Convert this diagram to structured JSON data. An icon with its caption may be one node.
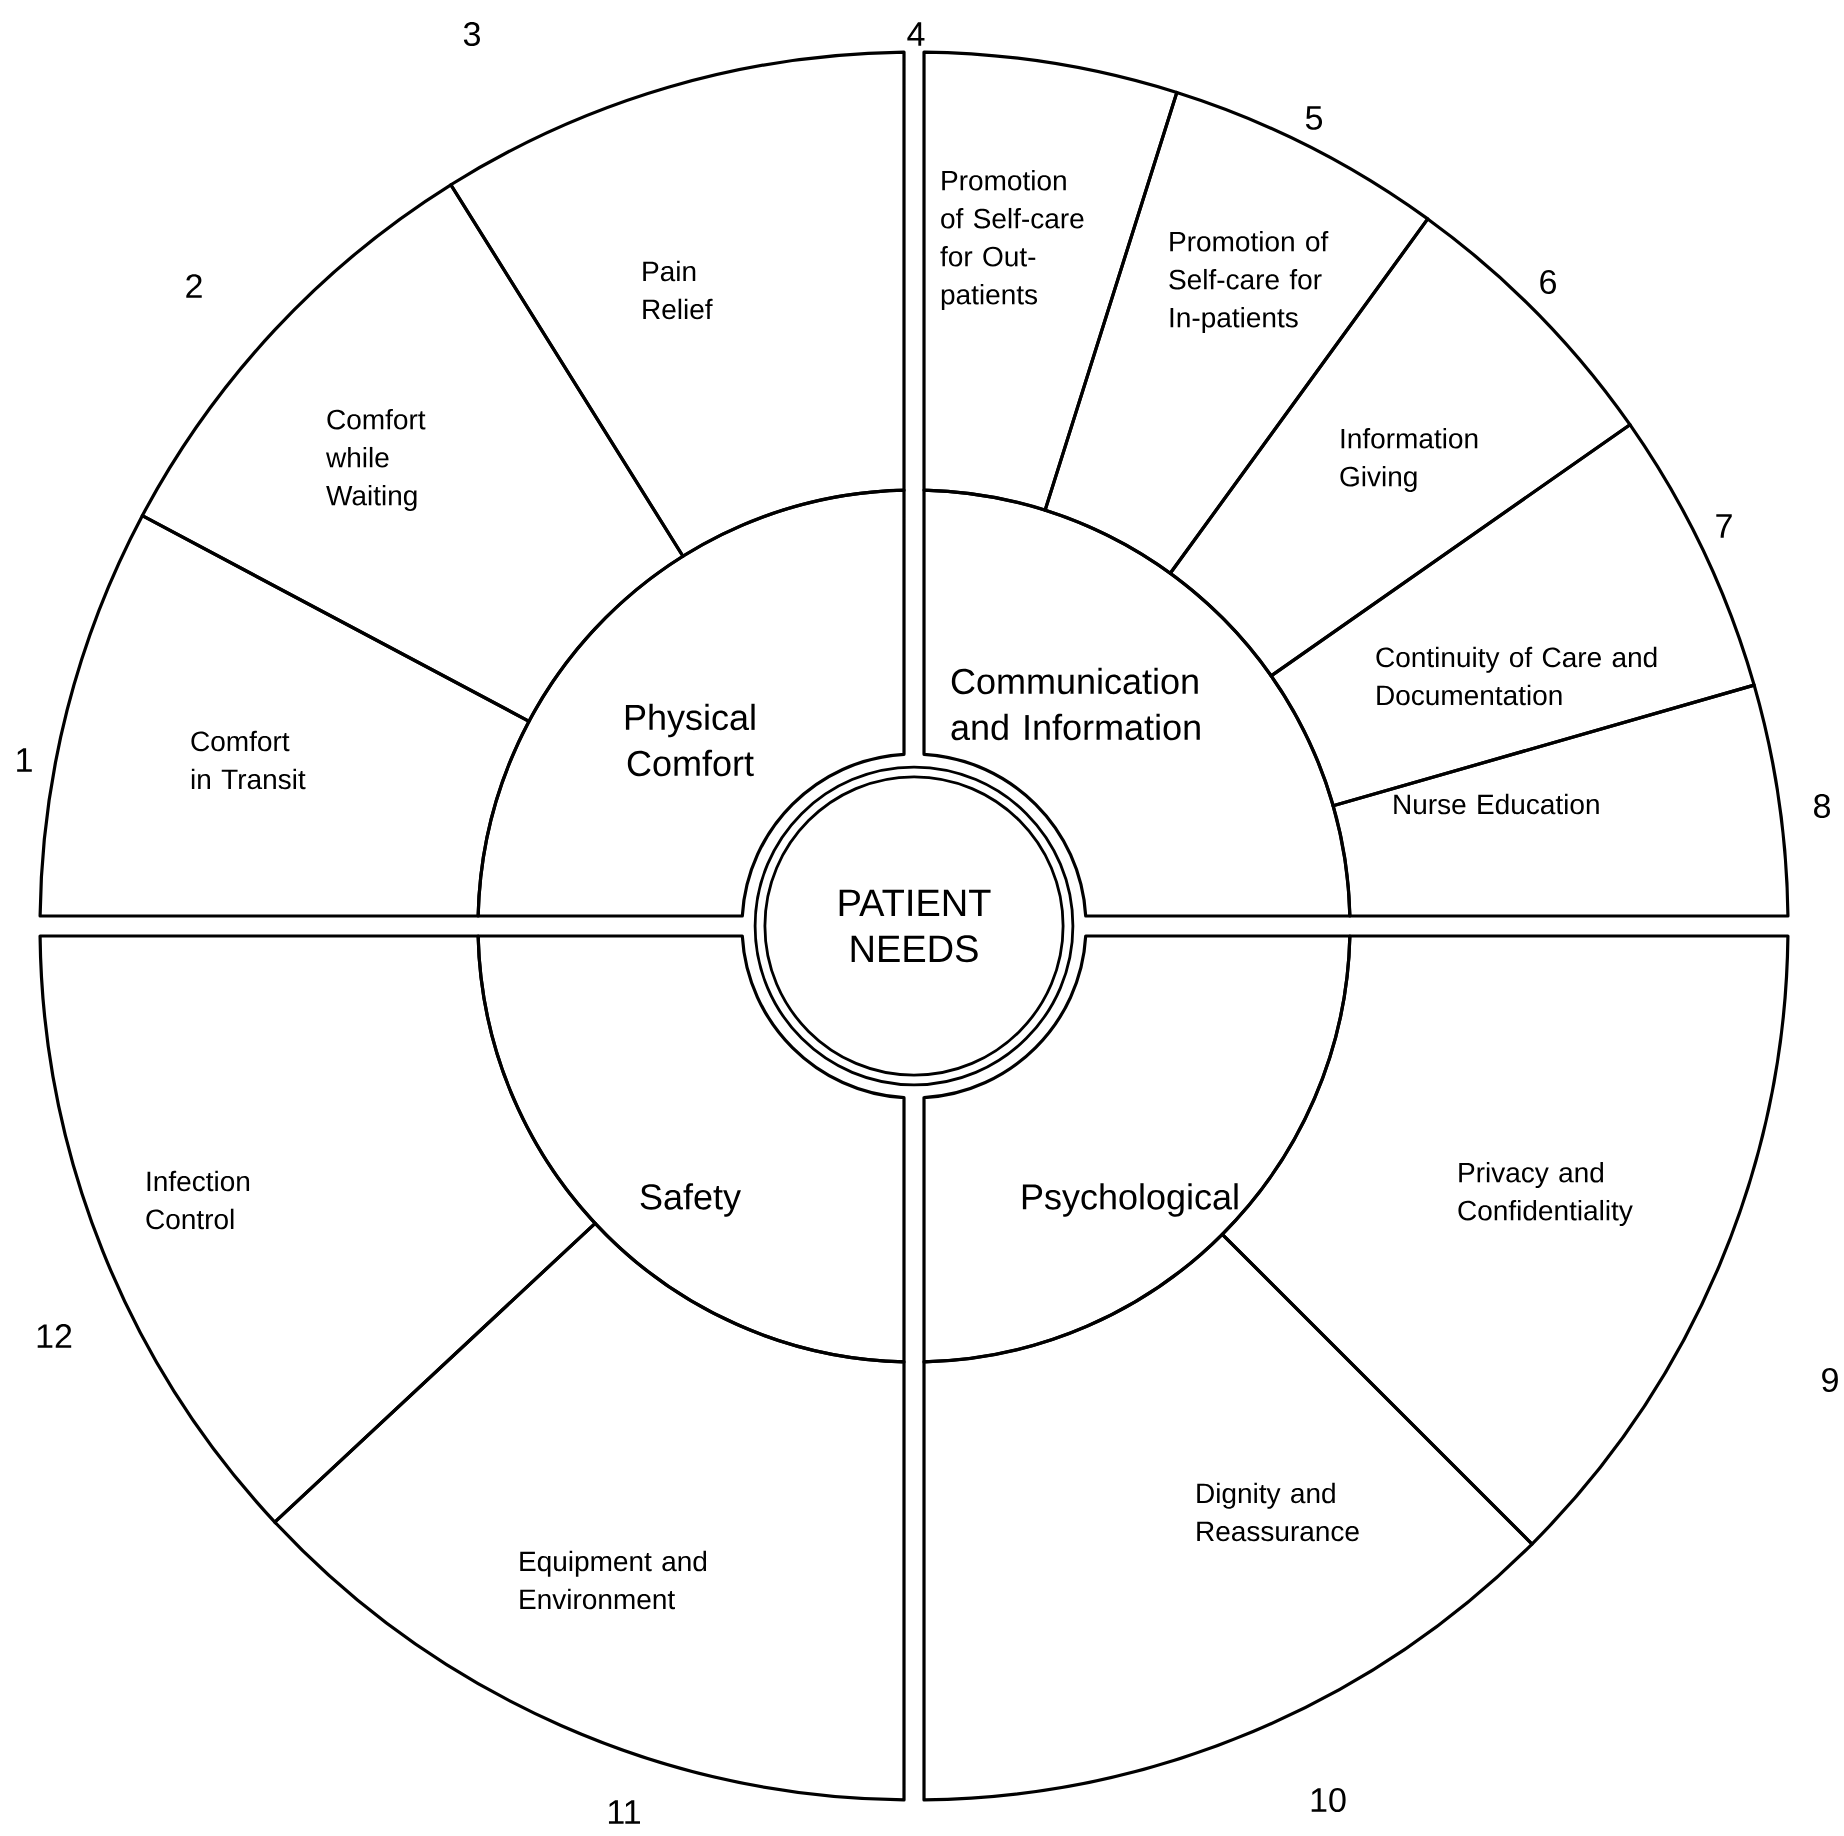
{
  "diagram": {
    "nodes": [
      {
        "text": [
          "PATIENT NEEDS"
        ]
      },
      {
        "text": [
          "Physical Comfort"
        ]
      },
      {
        "text": [
          "Communication and Information"
        ]
      },
      {
        "text": [
          "Safety"
        ]
      },
      {
        "text": [
          "Psychological"
        ]
      },
      {
        "text": [
          "Comfort in Transit"
        ],
        "beside": [
          "1"
        ]
      },
      {
        "text": [
          "Comfort while Waiting"
        ],
        "beside": [
          "2"
        ]
      },
      {
        "text": [
          "Pain Relief"
        ],
        "beside": [
          "3"
        ]
      },
      {
        "text": [
          "Promotion of Self-care for Out-patients"
        ],
        "beside": [
          "4"
        ]
      },
      {
        "text": [
          "Promotion of Self-care for In-patients"
        ],
        "beside": [
          "5"
        ]
      },
      {
        "text": [
          "Information Giving"
        ],
        "beside": [
          "6"
        ]
      },
      {
        "text": [
          "Continuity of Care and Documentation"
        ],
        "beside": [
          "7"
        ]
      },
      {
        "text": [
          "Nurse Education"
        ],
        "beside": [
          "8"
        ]
      },
      {
        "text": [
          "Privacy and Confidentiality"
        ],
        "beside": [
          "9"
        ]
      },
      {
        "text": [
          "Dignity and Reassurance"
        ],
        "beside": [
          "10"
        ]
      },
      {
        "text": [
          "Equipment and Environment"
        ],
        "beside": [
          "11"
        ]
      },
      {
        "text": [
          "Infection Control"
        ],
        "beside": [
          "12"
        ]
      }
    ]
  }
}
